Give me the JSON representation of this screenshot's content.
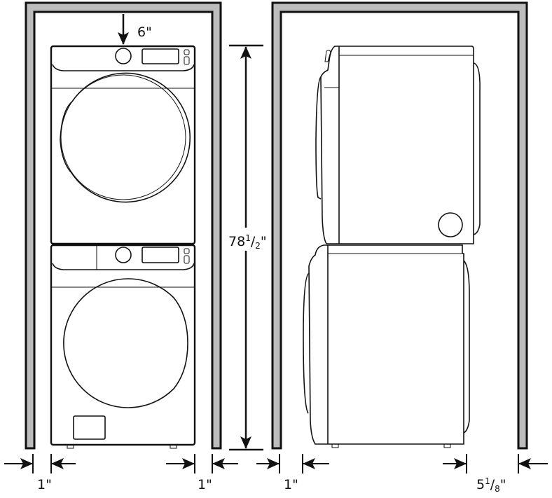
{
  "colors": {
    "frame_fill": "#bdbdbd",
    "line": "#111111",
    "background": "#ffffff"
  },
  "labels": {
    "top_clearance": "6\"",
    "height_whole": "78",
    "height_num": "1",
    "height_den": "2",
    "height_inch": "\"",
    "left_side_clearance": "1\"",
    "right_side_clearance": "1\"",
    "front_clearance": "1\"",
    "rear_whole": "5",
    "rear_num": "1",
    "rear_den": "8",
    "rear_inch": "\""
  }
}
